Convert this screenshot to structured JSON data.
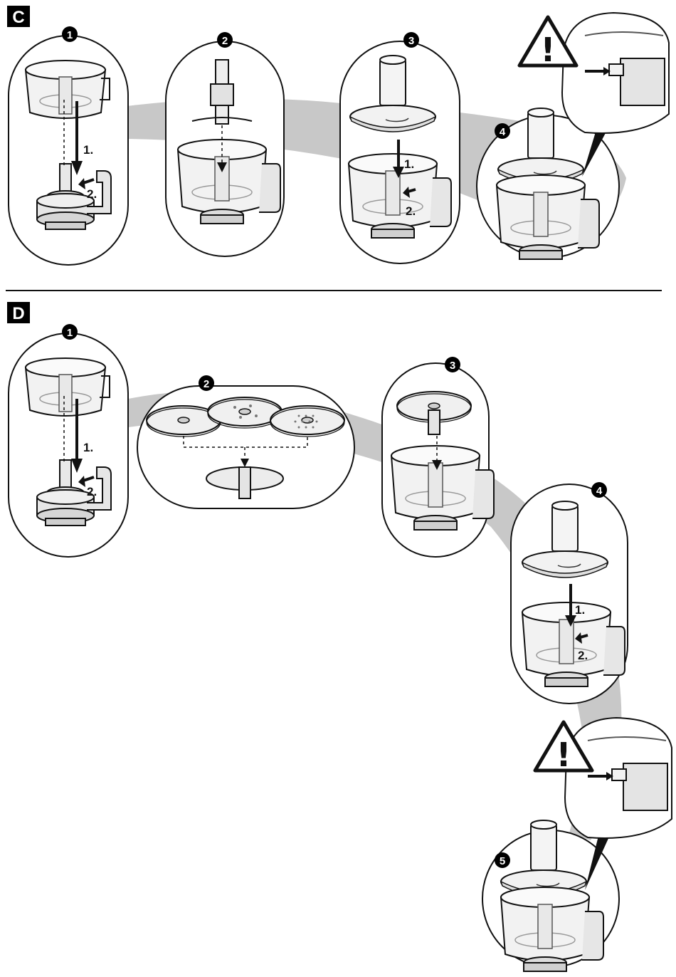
{
  "section_c": {
    "label": "C",
    "steps": [
      "1",
      "2",
      "3",
      "4"
    ],
    "step1_sub": [
      "1.",
      "2."
    ],
    "step3_sub": [
      "1.",
      "2."
    ],
    "warning_mark": "!"
  },
  "section_d": {
    "label": "D",
    "steps": [
      "1",
      "2",
      "3",
      "4",
      "5"
    ],
    "step1_sub": [
      "1.",
      "2."
    ],
    "step4_sub": [
      "1.",
      "2."
    ],
    "warning_mark": "!"
  },
  "colors": {
    "shadow": "#c8c8c8",
    "outline": "#111111",
    "label_bg": "#000000",
    "bowl_fill": "#eeeeee",
    "base_fill": "#d9d9d9"
  }
}
